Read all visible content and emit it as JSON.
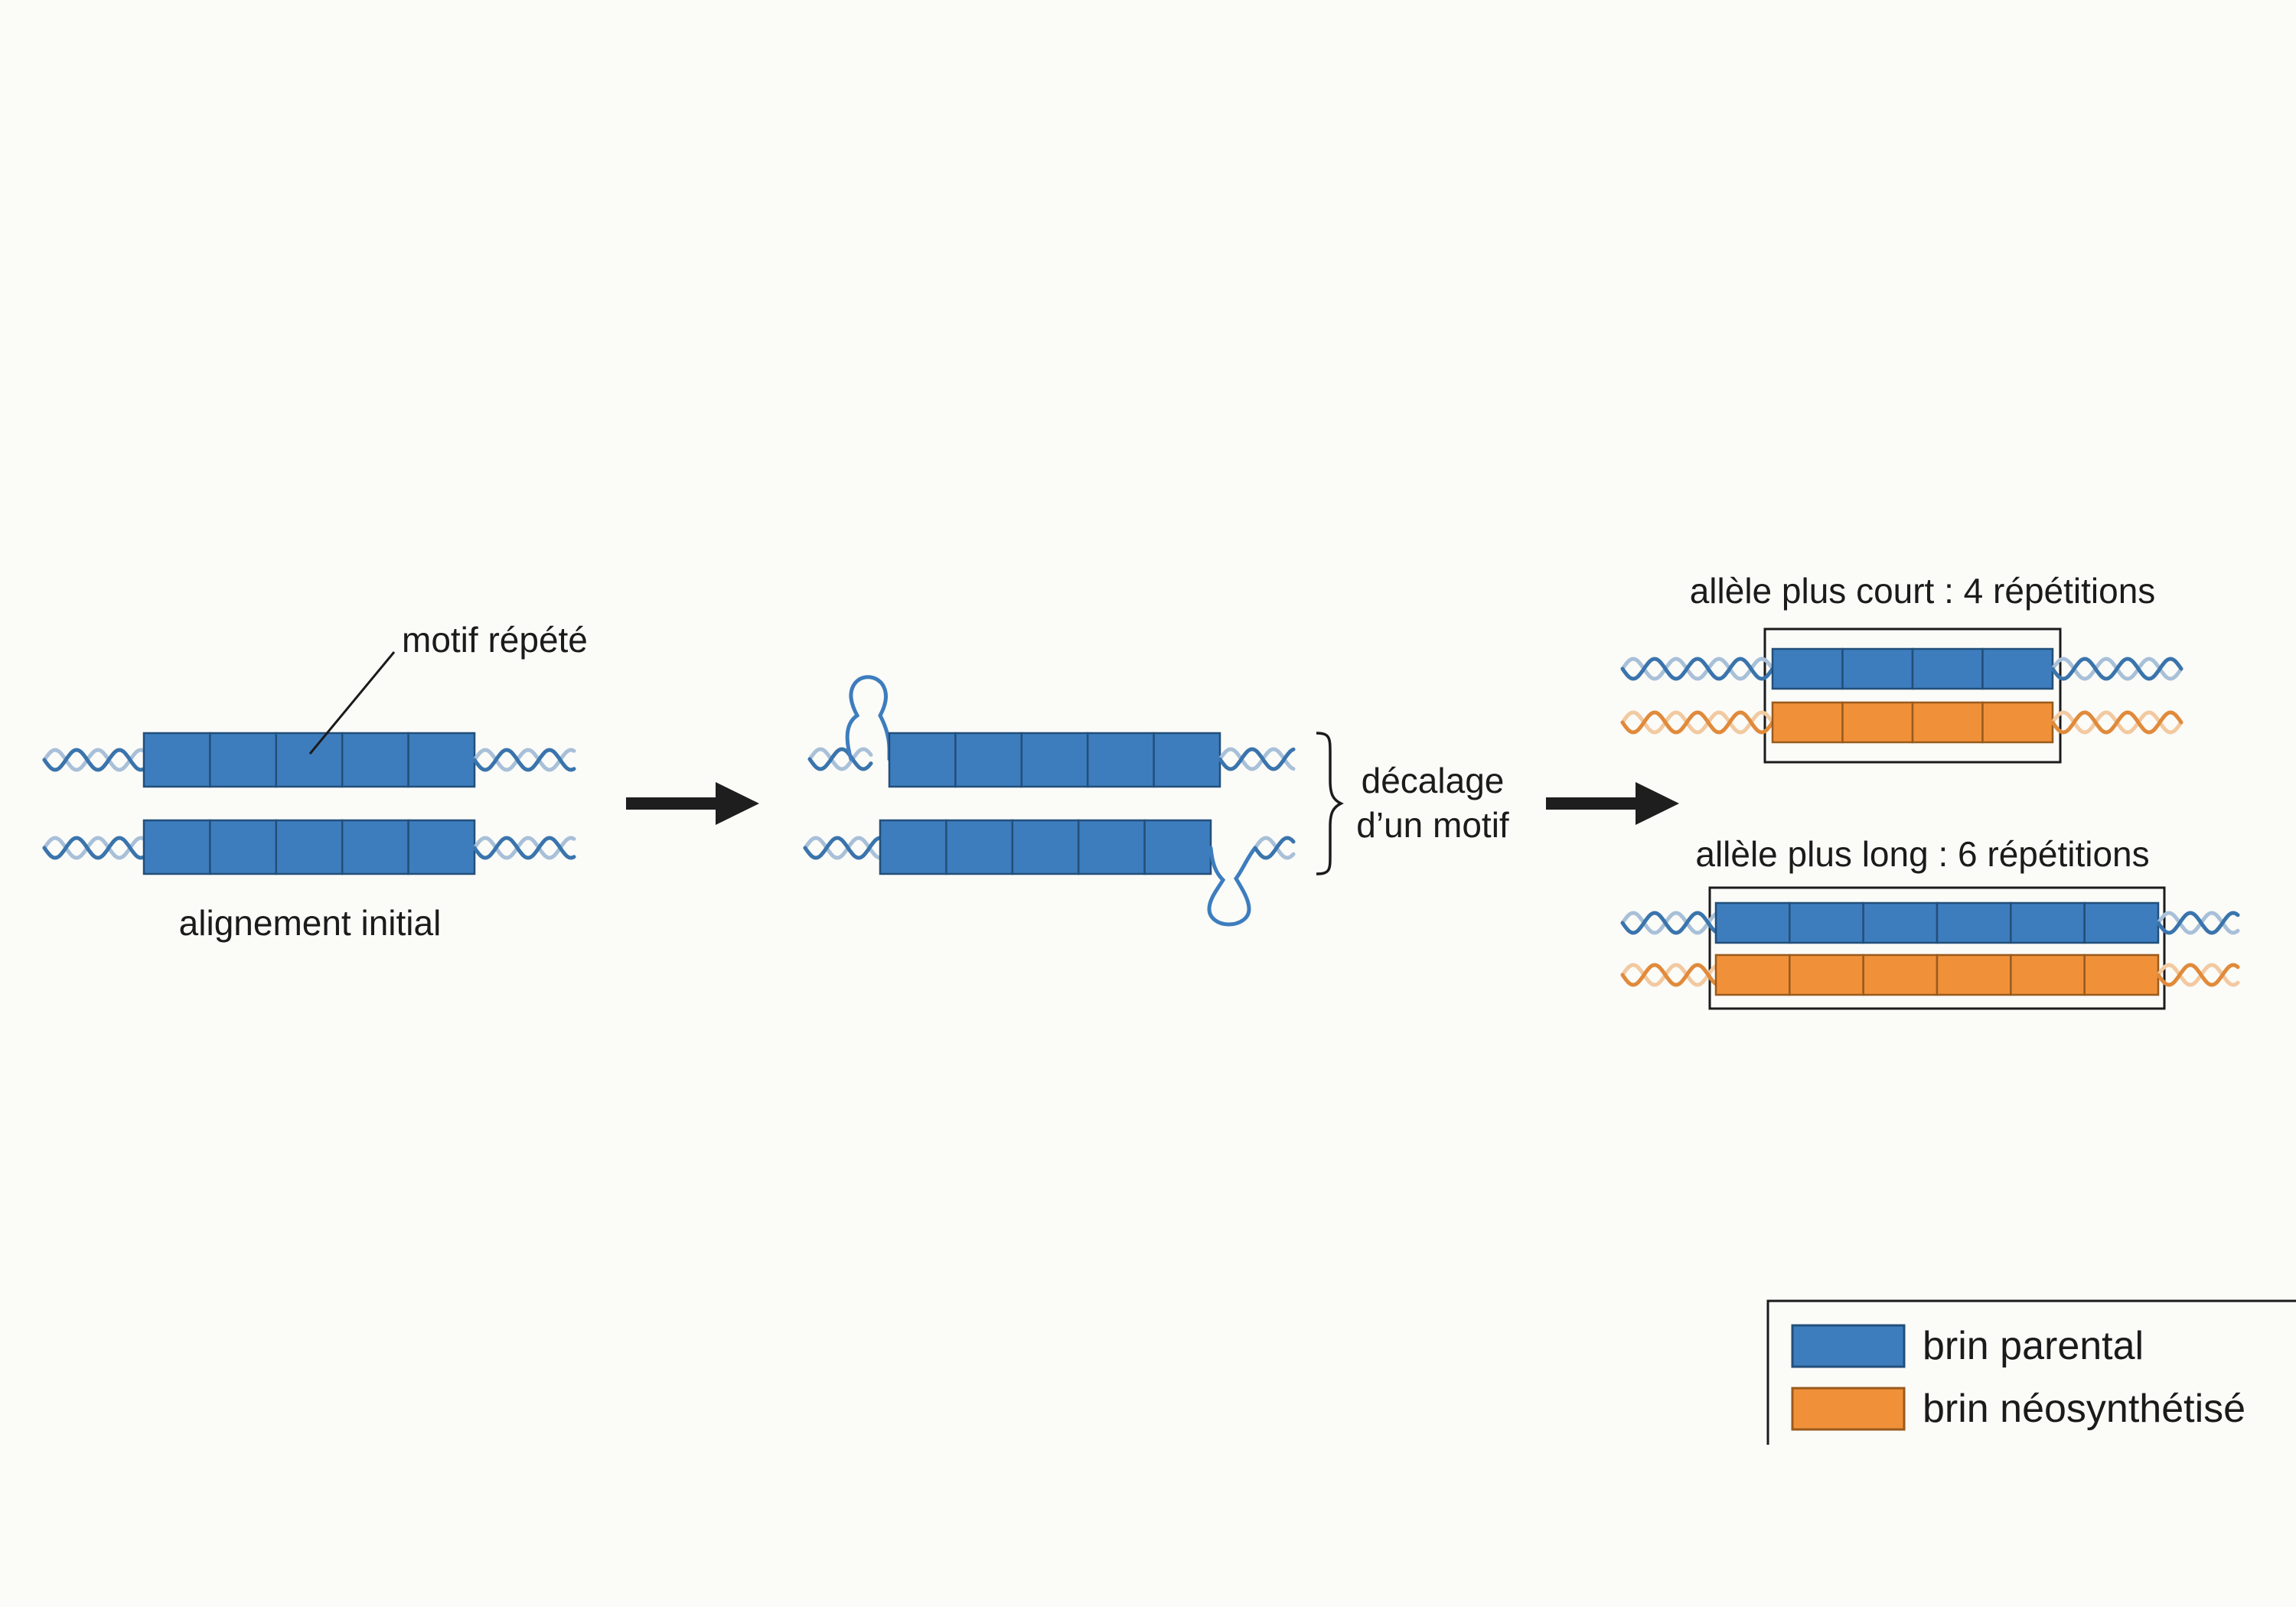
{
  "colors": {
    "parental": "#3d7dbe",
    "parental_stroke": "#234f7a",
    "new": "#f0913a",
    "new_stroke": "#9a5a1c",
    "helix_blue_dark": "#3a74ac",
    "helix_blue_light": "#a8c0d8",
    "helix_orange_dark": "#e08a3a",
    "helix_orange_light": "#f2c9a0",
    "arrow": "#1e1e1e",
    "text": "#1b1b1b"
  },
  "labels": {
    "motif": "motif répété",
    "initial": "alignement initial",
    "shift_line1": "décalage",
    "shift_line2": "d’un motif",
    "short_allele": "allèle plus court : 4 répétitions",
    "long_allele": "allèle plus long : 6 répétitions"
  },
  "legend": {
    "parental": "brin parental",
    "new": "brin néosynthétisé"
  },
  "repeat_counts": {
    "initial": 5,
    "shifted": 5,
    "short_allele": 4,
    "long_allele": 6
  }
}
